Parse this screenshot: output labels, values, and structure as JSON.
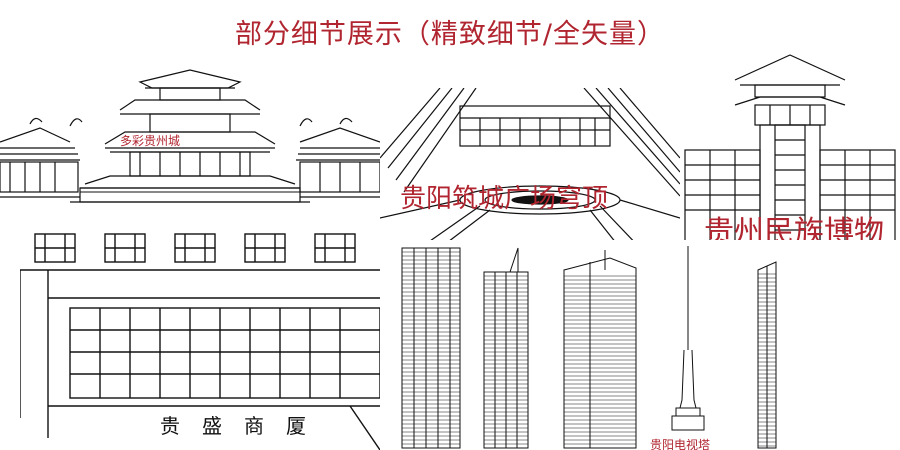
{
  "title": "部分细节展示（精致细节/全矢量）",
  "accent_color": "#b0252f",
  "line_color": "#111111",
  "panels": {
    "duocai": {
      "label": "多彩贵州城"
    },
    "zhucheng": {
      "label": "贵阳筑城广场穹顶"
    },
    "museum": {
      "label": "贵州民族博物"
    },
    "building": {
      "sign": "贵盛商厦"
    },
    "tower": {
      "label": "贵阳电视塔"
    }
  }
}
